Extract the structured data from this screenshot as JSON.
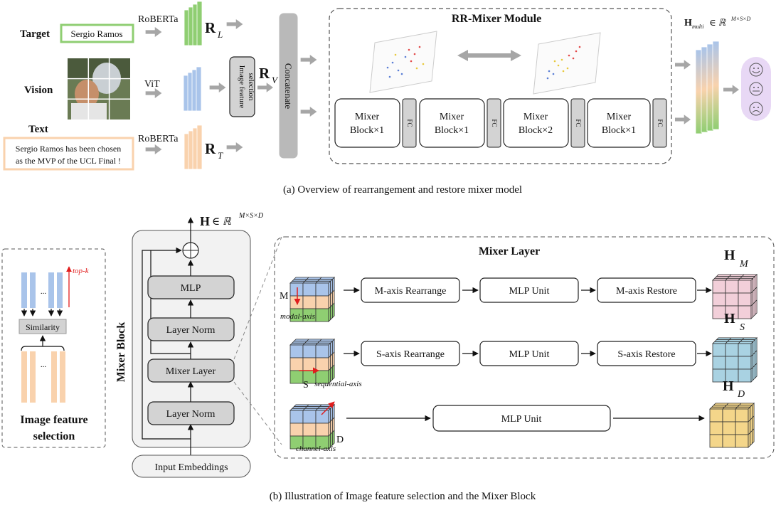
{
  "panel_a": {
    "caption": "(a) Overview of rearrangement and restore mixer model",
    "input_labels": {
      "target": "Target",
      "vision": "Vision",
      "text": "Text"
    },
    "target_input": "Sergio Ramos",
    "text_input_line1": "Sergio Ramos  has been chosen",
    "text_input_line2": "as the MVP of the UCL Final !",
    "encoders": {
      "target": "RoBERTa",
      "vision": "ViT",
      "text": "RoBERTa"
    },
    "representations": {
      "target": "R",
      "target_sub": "L",
      "vision": "R",
      "vision_sub": "V",
      "text": "R",
      "text_sub": "T"
    },
    "image_feature_selection": "Image feature selection",
    "concatenate": "Concatenate",
    "module_title": "RR-Mixer Module",
    "mixer_blocks": [
      {
        "line1": "Mixer",
        "line2": "Block×1"
      },
      {
        "line1": "Mixer",
        "line2": "Block×1"
      },
      {
        "line1": "Mixer",
        "line2": "Block×2"
      },
      {
        "line1": "Mixer",
        "line2": "Block×1"
      }
    ],
    "fc_label": "FC",
    "output_label": "H",
    "output_sub": "multi",
    "output_dims": "∈ ℝ",
    "output_dims_sup": "M×S×D",
    "sentiments": [
      "positive-face-icon",
      "neutral-face-icon",
      "negative-face-icon"
    ]
  },
  "panel_b": {
    "caption": "(b) Illustration of Image feature selection and the Mixer Block",
    "topk": "top-k",
    "similarity": "Similarity",
    "ifs_title_line1": "Image feature",
    "ifs_title_line2": "selection",
    "mixer_block_title": "Mixer Block",
    "block_output": "H",
    "block_output_dims": "∈ ℝ",
    "block_output_sup": "M×S×D",
    "mlp": "MLP",
    "layer_norm_top": "Layer Norm",
    "mixer_layer": "Mixer Layer",
    "layer_norm_bottom": "Layer Norm",
    "input_embeddings": "Input Embeddings",
    "mixer_layer_title": "Mixer Layer",
    "rows": [
      {
        "axis_letter": "M",
        "axis_name": "modal-axis",
        "rearrange": "M-axis Rearrange",
        "mlp": "MLP Unit",
        "restore": "M-axis Restore",
        "out": "H",
        "out_sub": "M"
      },
      {
        "axis_letter": "S",
        "axis_name": "sequential-axis",
        "rearrange": "S-axis Rearrange",
        "mlp": "MLP Unit",
        "restore": "S-axis Restore",
        "out": "H",
        "out_sub": "S"
      },
      {
        "axis_letter": "D",
        "axis_name": "channel-axis",
        "mlp": "MLP Unit",
        "out": "H",
        "out_sub": "D"
      }
    ],
    "ellipsis": "..."
  },
  "colors": {
    "green": "#8fce72",
    "blue": "#a9c4ea",
    "orange": "#f9d2ad",
    "pink": "#f2cfd9",
    "teal": "#a9d2e2",
    "gold": "#f4d68a",
    "purple": "#e8d8f5",
    "red": "#e11d1d"
  }
}
